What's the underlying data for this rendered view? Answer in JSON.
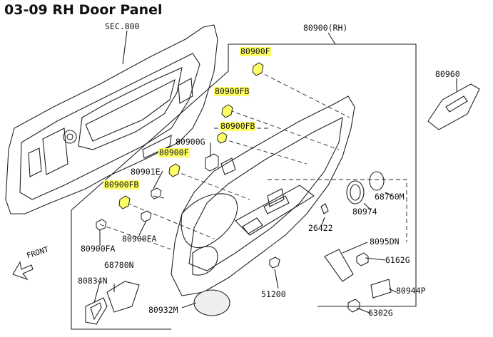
{
  "title": "03-09 RH Door Panel",
  "labels": {
    "sec800": "SEC.800",
    "assembly": "80900(RH)",
    "p80900F_top": "80900F",
    "p80900FB_a": "80900FB",
    "p80900FB_b": "80900FB",
    "p80900G": "80900G",
    "p80900F_mid": "80900F",
    "p80901E": "80901E",
    "p80900FB_c": "80900FB",
    "p80960": "80960",
    "p68760M": "68760M",
    "p80974": "80974",
    "p26422": "26422",
    "p80950N": "8095DN",
    "p6162G": "6162G",
    "p80900FA_a": "80900FA",
    "p80900FA_b": "80900FA",
    "p68780N": "68780N",
    "p80834N": "80834N",
    "p51200": "51200",
    "p80944P": "80944P",
    "p80932M": "80932M",
    "p6302G": "6302G",
    "front": "FRONT"
  },
  "highlight_color": "#ffff66"
}
